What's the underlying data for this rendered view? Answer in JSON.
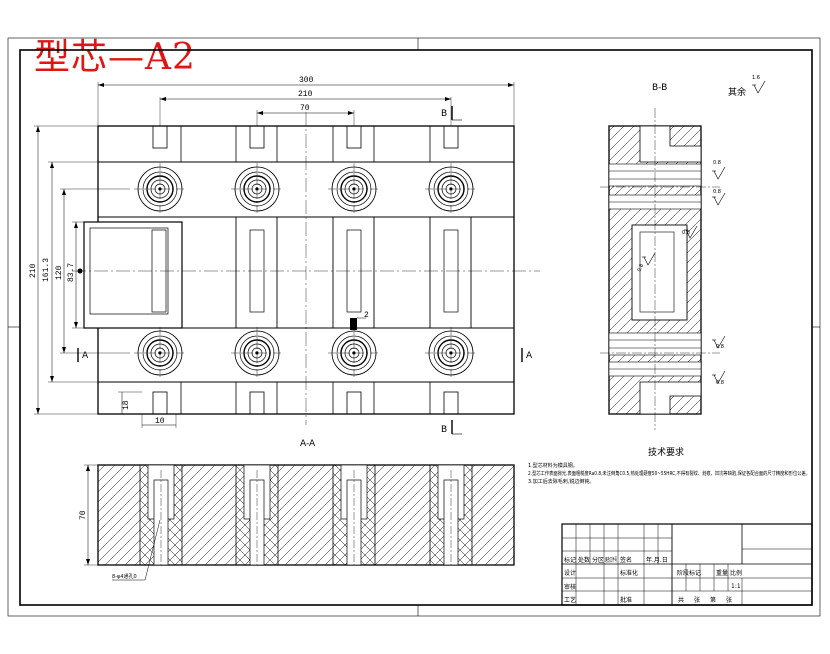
{
  "title": "型芯—A2",
  "dimensions": {
    "overall_width": "300",
    "inner_width": "210",
    "pitch": "70",
    "overall_height": "210",
    "height_2": "161.3",
    "height_3": "120",
    "height_4": "83.7",
    "small_gap": "2",
    "bottom_width": "10",
    "bottom_height": "18",
    "section_height": "70"
  },
  "section_labels": {
    "b_top": "B",
    "b_bottom": "B",
    "a_left": "A",
    "a_right": "A",
    "section_aa": "A-A",
    "section_bb": "B-B"
  },
  "roughness": {
    "rest_label": "其余",
    "rest_value": "1.6",
    "r1": "0.8",
    "r2": "0.8",
    "r3": "0.8",
    "r4": "0.8",
    "r5": "0.8",
    "r6": "0.8"
  },
  "hole_callout": "8-φ4通孔0",
  "tech_req": {
    "heading": "技术要求",
    "line1": "1.型芯材料为模具钢。",
    "line2": "2.型芯工作表面抛光,表面粗糙度Ra0.8,未注倒角C0.5,热处理硬度50~55HRC,不得有裂纹、划痕、凹坑等缺陷,保证各配合面的尺寸精度和形位公差。",
    "line3": "3.加工后去除毛刺,锐边倒钝。"
  },
  "title_block": {
    "mark": "标记",
    "count": "处数",
    "zone": "分区",
    "change_doc": "更改文件号",
    "signature": "签名",
    "date": "年.月.日",
    "design": "设计",
    "standardize": "标准化",
    "stage_mark": "阶段标记",
    "weight": "重量",
    "scale": "比例",
    "scale_value": "1:1",
    "review": "审核",
    "process": "工艺",
    "approve": "批准",
    "total": "共",
    "sheet": "张",
    "page": "第",
    "page_unit": "张"
  }
}
